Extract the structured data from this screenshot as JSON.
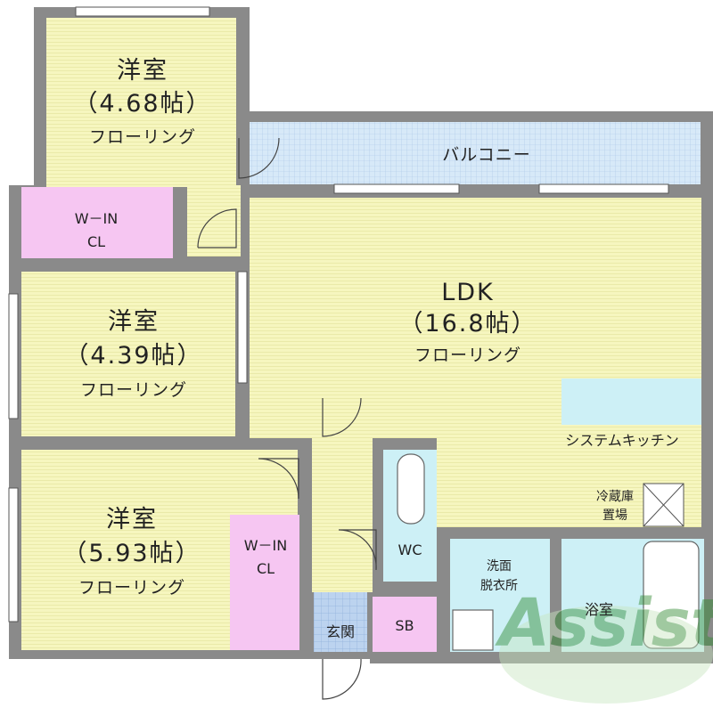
{
  "rooms": {
    "bedroom1": {
      "name": "洋室",
      "size": "（4.68帖）",
      "floor": "フローリング"
    },
    "bedroom2": {
      "name": "洋室",
      "size": "（4.39帖）",
      "floor": "フローリング"
    },
    "bedroom3": {
      "name": "洋室",
      "size": "（5.93帖）",
      "floor": "フローリング"
    },
    "ldk": {
      "name": "LDK",
      "size": "（16.8帖）",
      "floor": "フローリング"
    },
    "balcony": {
      "name": "バルコニー"
    },
    "wic1": {
      "line1": "W－IN",
      "line2": "CL"
    },
    "wic2": {
      "line1": "W－IN",
      "line2": "CL"
    },
    "kitchen": {
      "name": "システムキッチン"
    },
    "fridge": {
      "line1": "冷蔵庫",
      "line2": "置場"
    },
    "wc": {
      "name": "WC"
    },
    "washroom": {
      "line1": "洗面",
      "line2": "脱衣所"
    },
    "bath": {
      "name": "浴室"
    },
    "entrance": {
      "name": "玄関"
    },
    "shoebox": {
      "name": "SB"
    }
  },
  "watermark": {
    "text": "Assist"
  },
  "colors": {
    "room_floor": "#f6f6bf",
    "closet": "#f6c6f2",
    "wet_area": "#cdf0f6",
    "balcony": "#d7e9f8",
    "entrance": "#bcd3ef",
    "wall": "#8a8a8a",
    "watermark": "#2e8a2e"
  }
}
